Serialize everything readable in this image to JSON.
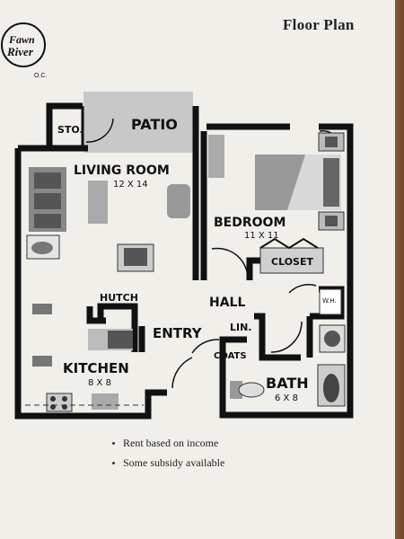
{
  "page": {
    "title": "Floor Plan",
    "logo": {
      "line1": "Fawn",
      "line2": "River",
      "mark": "O.C."
    }
  },
  "plan": {
    "rooms": {
      "patio": "PATIO",
      "storage": "STO.",
      "living_room": {
        "name": "LIVING ROOM",
        "size": "12 X 14"
      },
      "bedroom": {
        "name": "BEDROOM",
        "size": "11 X 11"
      },
      "closet": "CLOSET",
      "hall": "HALL",
      "hutch": "HUTCH",
      "entry": "ENTRY",
      "linen": "LIN.",
      "water_heater": "W.H.",
      "coats": "COATS",
      "kitchen": {
        "name": "KITCHEN",
        "size": "8 X 8"
      },
      "bath": {
        "name": "BATH",
        "size": "6 X 8"
      }
    }
  },
  "notes": [
    "Rent based on income",
    "Some subsidy available"
  ]
}
